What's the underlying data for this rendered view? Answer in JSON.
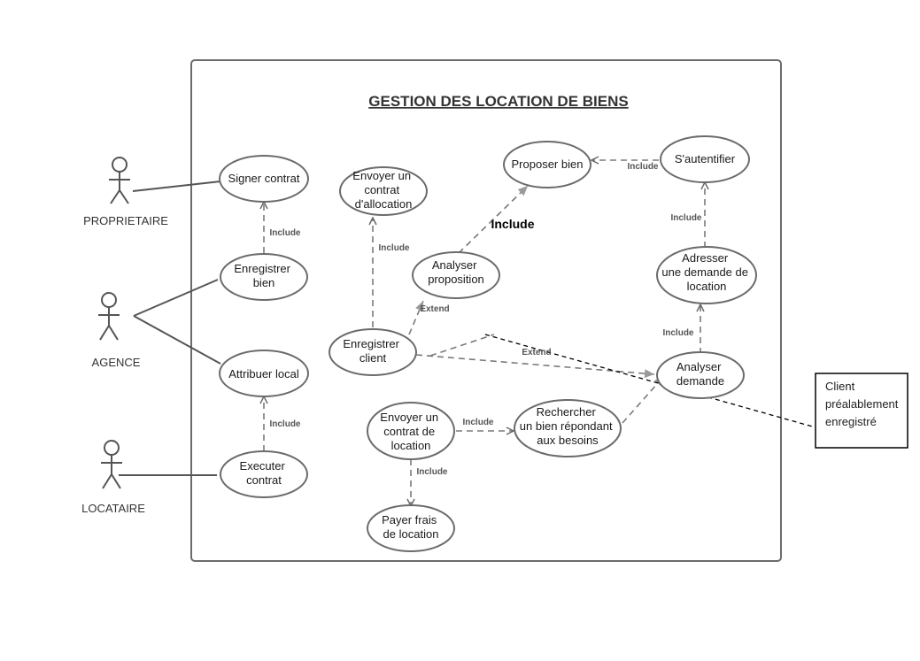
{
  "diagram": {
    "title": "GESTION DES LOCATION DE BIENS",
    "actors": {
      "proprietaire": "PROPRIETAIRE",
      "agence": "AGENCE",
      "locataire": "LOCATAIRE"
    },
    "use_cases": {
      "signer_contrat": [
        "Signer contrat"
      ],
      "enregistrer_bien": [
        "Enregistrer",
        "bien"
      ],
      "attribuer_local": [
        "Attribuer local"
      ],
      "executer_contrat": [
        "Executer",
        "contrat"
      ],
      "envoyer_contrat_allocation": [
        "Envoyer un",
        "contrat",
        "d'allocation"
      ],
      "enregistrer_client": [
        "Enregistrer",
        "client"
      ],
      "analyser_proposition": [
        "Analyser",
        "proposition"
      ],
      "proposer_bien": [
        "Proposer bien"
      ],
      "sauthentifier": [
        "S'autentifier"
      ],
      "adresser_demande": [
        "Adresser",
        "une demande de",
        "location"
      ],
      "analyser_demande": [
        "Analyser",
        "demande"
      ],
      "envoyer_contrat_location": [
        "Envoyer un",
        "contrat de",
        "location"
      ],
      "rechercher_bien": [
        "Rechercher",
        "un bien répondant",
        "aux besoins"
      ],
      "payer_frais": [
        "Payer frais",
        "de location"
      ]
    },
    "relations": {
      "include": "Include",
      "extend": "Extend"
    },
    "note": [
      "Client",
      "préalablement",
      "enregistré"
    ]
  },
  "colors": {
    "stroke": "#6b6b6b",
    "text": "#1a1a1a",
    "dependency": "#7a7a7a"
  }
}
